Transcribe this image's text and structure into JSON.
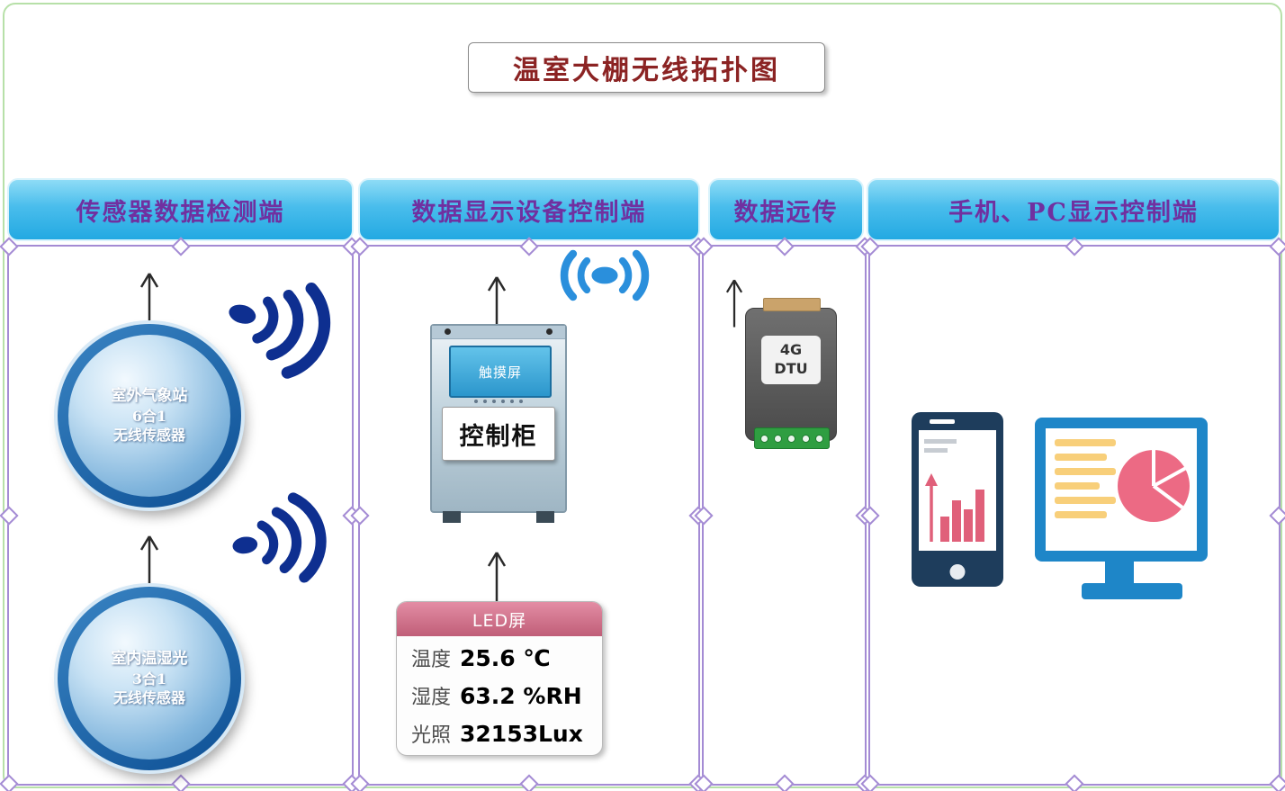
{
  "title": "温室大棚无线拓扑图",
  "columns": [
    {
      "label": "传感器数据检测端"
    },
    {
      "label": "数据显示设备控制端"
    },
    {
      "label": "数据远传"
    },
    {
      "label": "手机、PC显示控制端"
    }
  ],
  "sensors": [
    {
      "line1": "室外气象站",
      "line2": "6合1",
      "line3": "无线传感器"
    },
    {
      "line1": "室内温湿光",
      "line2": "3合1",
      "line3": "无线传感器"
    }
  ],
  "cabinet": {
    "screen_label": "触摸屏",
    "name": "控制柜"
  },
  "led_screen": {
    "header": "LED屏",
    "rows": [
      {
        "label": "温度",
        "value": "25.6 ℃"
      },
      {
        "label": "湿度",
        "value": "63.2 %RH"
      },
      {
        "label": "光照",
        "value": "32153Lux"
      }
    ]
  },
  "dtu": {
    "line1": "4G",
    "line2": "DTU"
  },
  "colors": {
    "header_bar": "#3fb9ec",
    "header_text": "#7030a0",
    "title_text": "#8b2323",
    "frame_border": "#a48bd4",
    "signal_navy": "#0e2f90",
    "wifi_blue": "#2a8fdc",
    "sensor_ring": "#1566ad",
    "led_header_pink": "#d26b84",
    "dtu_gray": "#585858",
    "terminal_green": "#2f9e41",
    "phone_navy": "#1e3d5c",
    "monitor_blue": "#1e86c8",
    "chart_pink": "#e8637e",
    "text_yellow": "#f8cf7a",
    "canvas_frame_green": "#b7e0a8"
  }
}
